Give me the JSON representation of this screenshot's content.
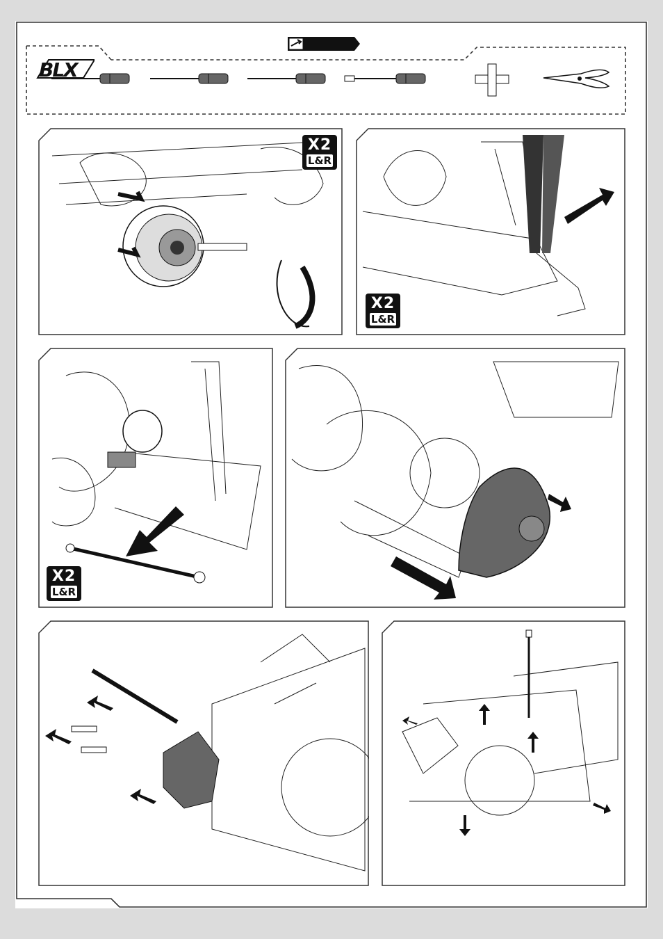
{
  "brand": {
    "logo_text": "BLX"
  },
  "step_tab": {
    "icon": "wrench-tab-icon"
  },
  "tools": [
    {
      "name": "hex-driver-small-icon"
    },
    {
      "name": "hex-driver-medium-icon"
    },
    {
      "name": "hex-driver-large-icon"
    },
    {
      "name": "nut-driver-icon"
    },
    {
      "name": "cross-wrench-icon"
    },
    {
      "name": "needle-nose-pliers-icon"
    }
  ],
  "panels": [
    {
      "id": "remove-wheel",
      "badge_top": "X2",
      "badge_bottom": "L&R"
    },
    {
      "id": "remove-hub-pin",
      "badge_top": "X2",
      "badge_bottom": "L&R"
    },
    {
      "id": "remove-driveshaft",
      "badge_top": "X2",
      "badge_bottom": "L&R"
    },
    {
      "id": "remove-gear-cover"
    },
    {
      "id": "remove-rear-hinge-pins"
    },
    {
      "id": "remove-rear-gearbox"
    }
  ],
  "colors": {
    "ink": "#111111",
    "frame": "#333333",
    "shade": "#555555"
  }
}
